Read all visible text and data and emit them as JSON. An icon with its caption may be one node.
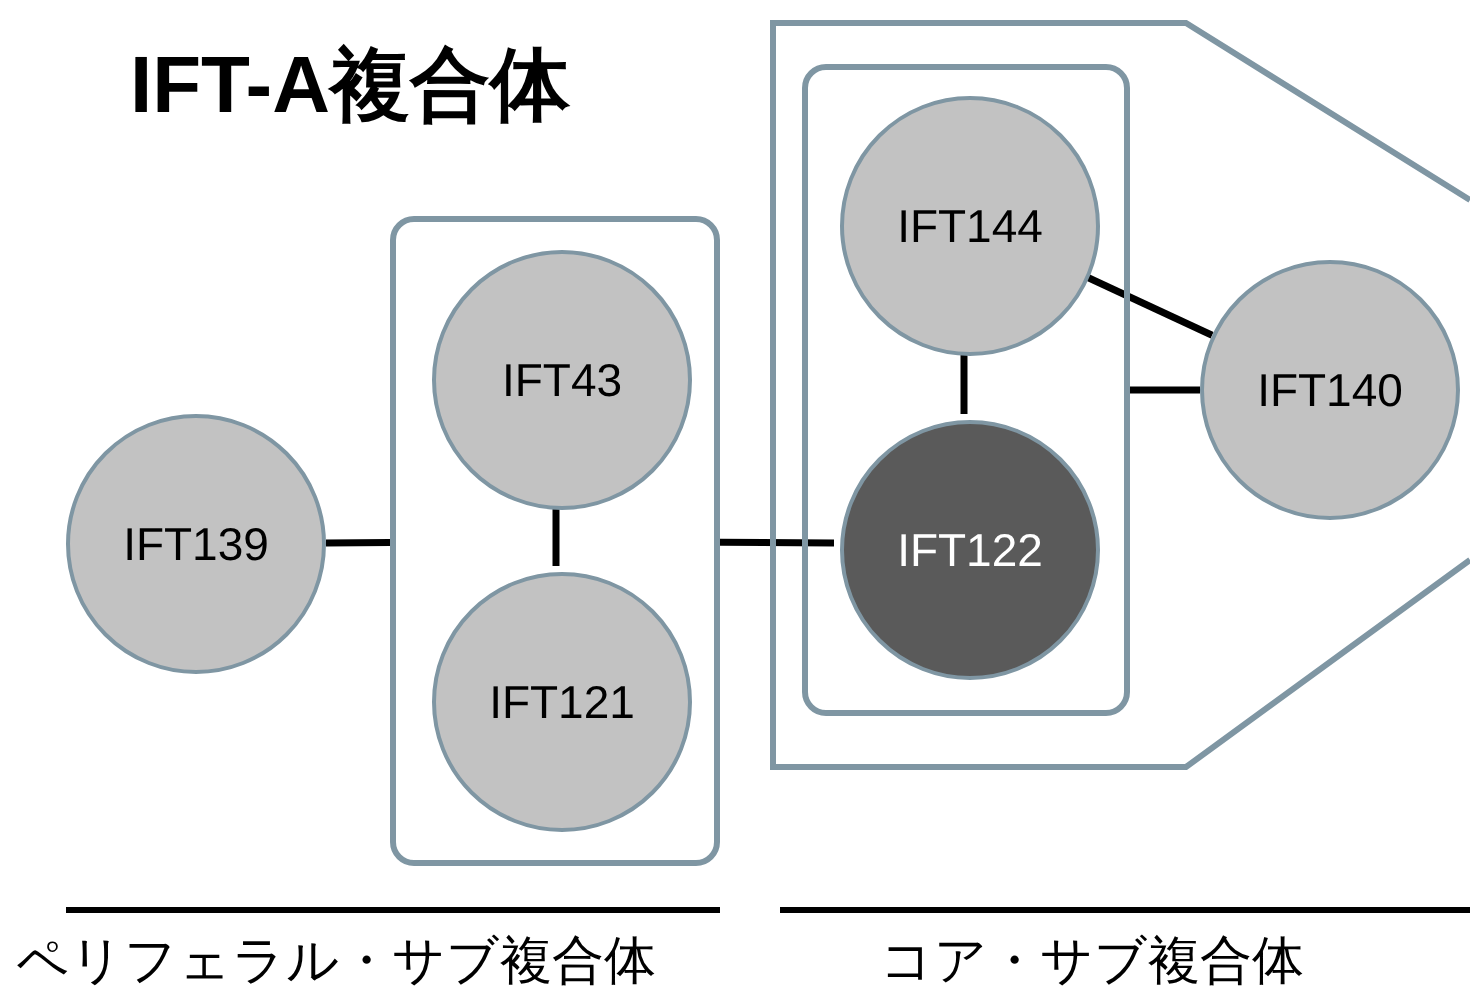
{
  "diagram": {
    "title": "IFT-A複合体",
    "nodes": [
      {
        "text": [
          "IFT139"
        ]
      },
      {
        "text": [],
        "shape": "box"
      },
      {
        "text": [
          "IFT43"
        ],
        "in": 1
      },
      {
        "text": [
          "IFT121"
        ],
        "in": 1
      },
      {
        "text": [],
        "shape": "pentagon"
      },
      {
        "text": [],
        "shape": "box",
        "in": 4
      },
      {
        "text": [
          "IFT144"
        ],
        "in": 5
      },
      {
        "text": [
          "IFT122"
        ],
        "in": 5
      },
      {
        "text": [
          "IFT140"
        ],
        "in": 4
      }
    ],
    "edges": [
      {
        "from": 0,
        "to": 1,
        "arrow": "none"
      },
      {
        "from": 2,
        "to": 3,
        "arrow": "none"
      },
      {
        "from": 1,
        "to": 7,
        "arrow": "none"
      },
      {
        "from": 6,
        "to": 7,
        "arrow": "none"
      },
      {
        "from": 5,
        "to": 8,
        "arrow": "none"
      },
      {
        "from": 6,
        "to": 8,
        "arrow": "none"
      }
    ],
    "labels": [
      "ペリフェラル・サブ複合体",
      "コア・サブ複合体"
    ]
  }
}
